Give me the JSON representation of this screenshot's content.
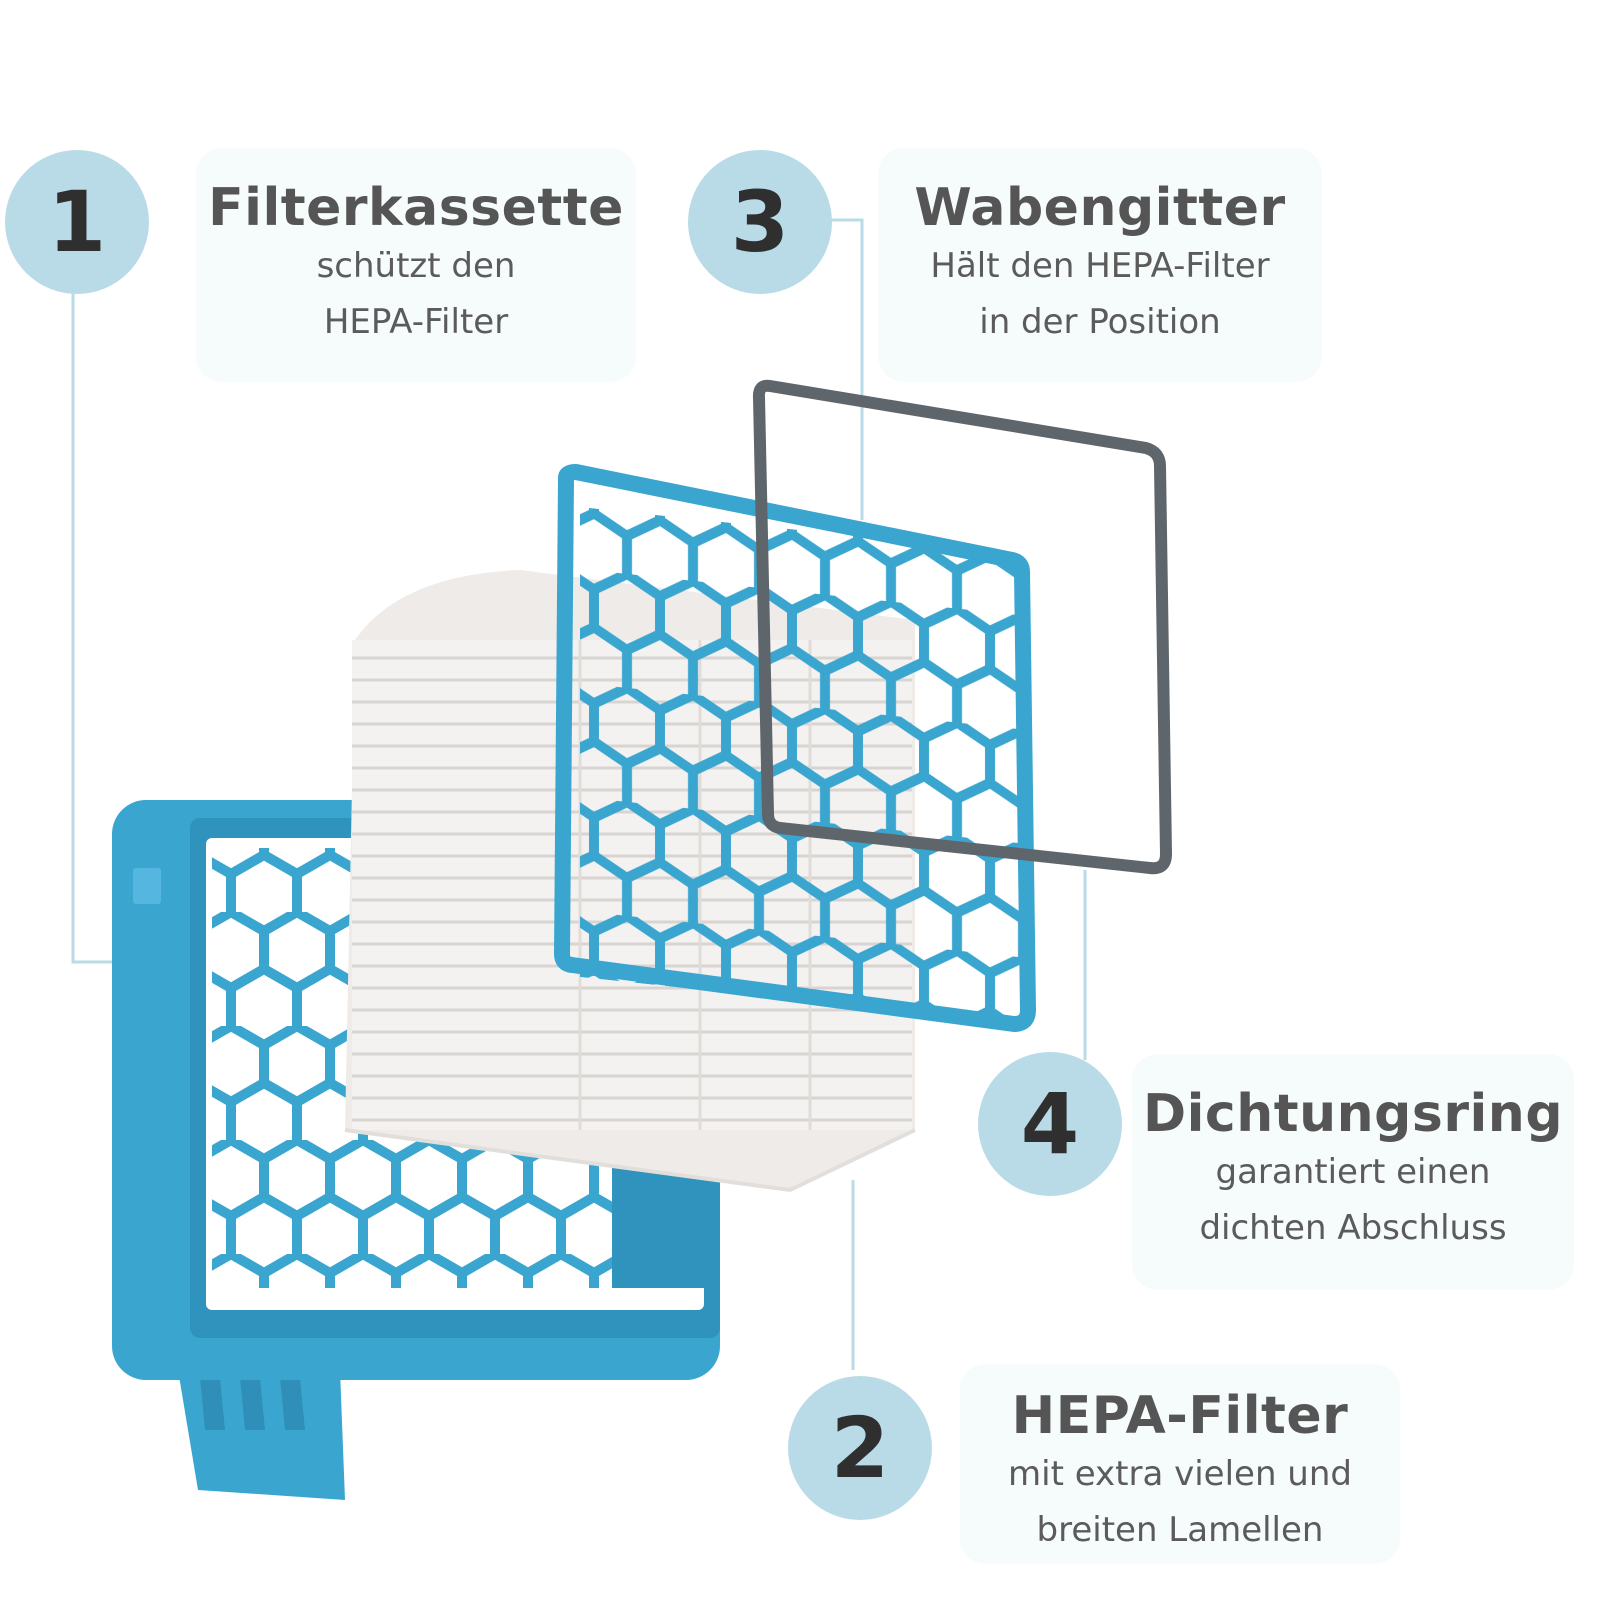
{
  "colors": {
    "badge": "#b9dbe7",
    "card_background": "#f6fbfc",
    "leader_line": "#b9dbe7",
    "frame_blue": "#3aa6d0",
    "gasket_grey": "#5f666b",
    "filter_white": "#f4f2f0"
  },
  "parts": [
    {
      "number": "1",
      "title": "Filterkassette",
      "lines": [
        "schützt den",
        "HEPA-Filter"
      ]
    },
    {
      "number": "2",
      "title": "HEPA-Filter",
      "lines": [
        "mit extra vielen und",
        "breiten Lamellen"
      ]
    },
    {
      "number": "3",
      "title": "Wabengitter",
      "lines": [
        "Hält den HEPA-Filter",
        "in der Position"
      ]
    },
    {
      "number": "4",
      "title": "Dichtungsring",
      "lines": [
        "garantiert einen",
        "dichten Abschluss"
      ]
    }
  ]
}
